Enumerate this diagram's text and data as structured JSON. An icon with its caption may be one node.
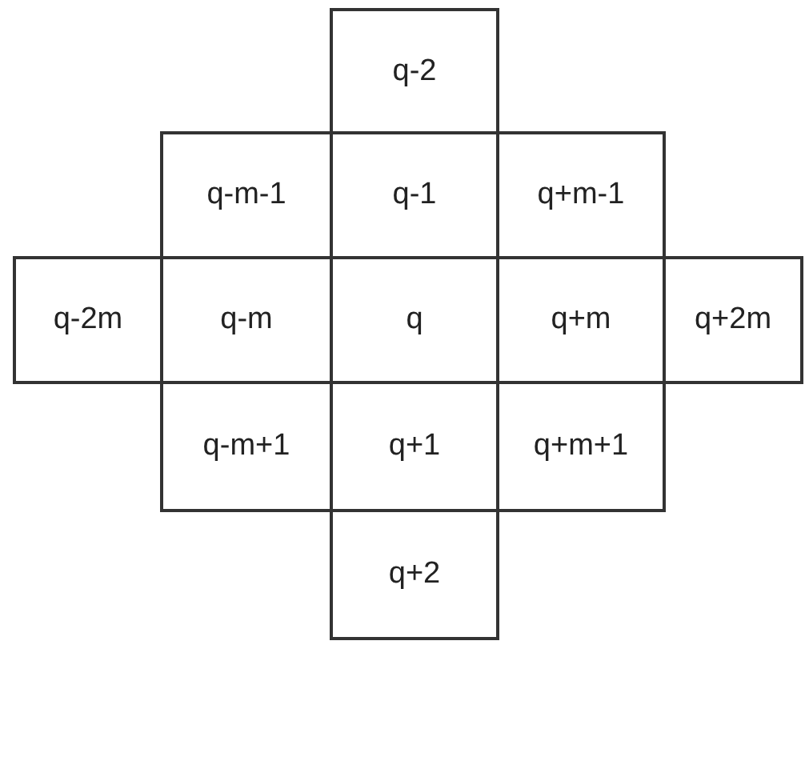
{
  "diagram": {
    "nodes": [
      {
        "text": [
          "q-2"
        ]
      },
      {
        "text": [
          "q-m-1"
        ]
      },
      {
        "text": [
          "q-1"
        ]
      },
      {
        "text": [
          "q+m-1"
        ]
      },
      {
        "text": [
          "q-2m"
        ]
      },
      {
        "text": [
          "q-m"
        ]
      },
      {
        "text": [
          "q"
        ]
      },
      {
        "text": [
          "q+m"
        ]
      },
      {
        "text": [
          "q+2m"
        ]
      },
      {
        "text": [
          "q-m+1"
        ]
      },
      {
        "text": [
          "q+1"
        ]
      },
      {
        "text": [
          "q+m+1"
        ]
      },
      {
        "text": [
          "q+2"
        ]
      }
    ]
  }
}
